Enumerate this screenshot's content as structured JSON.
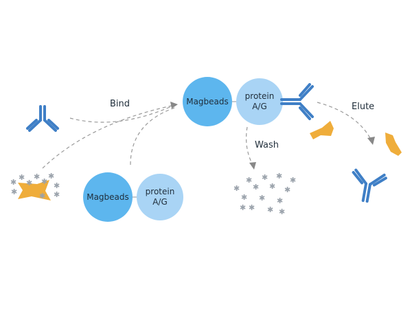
{
  "labels": {
    "bind": "Bind",
    "wash": "Wash",
    "elute": "Elute"
  },
  "top_complex": {
    "magbeads": "Magbeads",
    "protein": "protein\nA/G"
  },
  "bottom_complex": {
    "magbeads": "Magbeads",
    "protein": "protein\nA/G"
  },
  "colors": {
    "magbead": "#5db6ee",
    "protein": "#a9d4f5",
    "antibody": "#3f7fc6",
    "antigen": "#efad3b",
    "impurity": "#9aa2ab",
    "arrow": "#888888",
    "text": "#1f2d3a"
  },
  "icons": [
    "antibody-icon",
    "antigen-icon",
    "impurity-icon",
    "arrowhead-icon"
  ]
}
